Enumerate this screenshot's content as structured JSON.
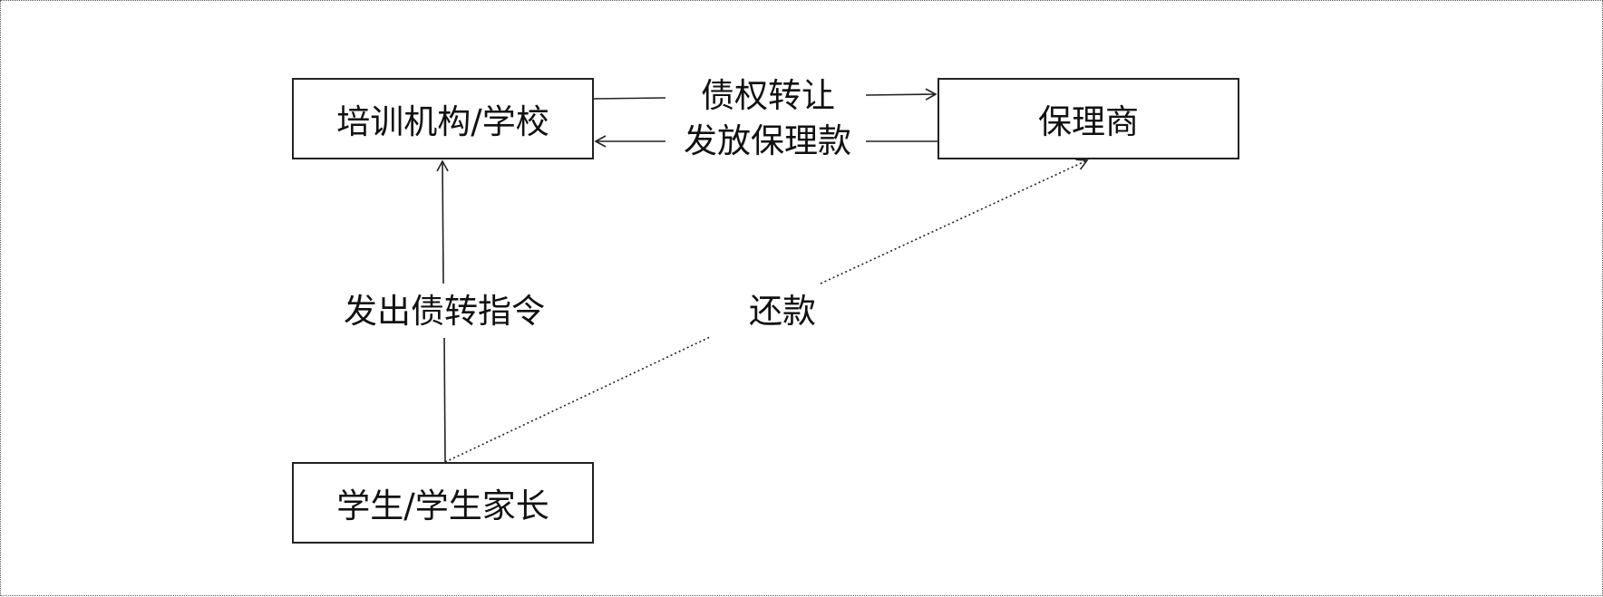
{
  "nodes": {
    "school": "培训机构/学校",
    "factor": "保理商",
    "student": "学生/学生家长"
  },
  "edges": {
    "transfer": "债权转让",
    "payout": "发放保理款",
    "instruct": "发出债转指令",
    "repay": "还款"
  },
  "colors": {
    "line": "#222222",
    "text": "#111111",
    "background": "#ffffff"
  }
}
